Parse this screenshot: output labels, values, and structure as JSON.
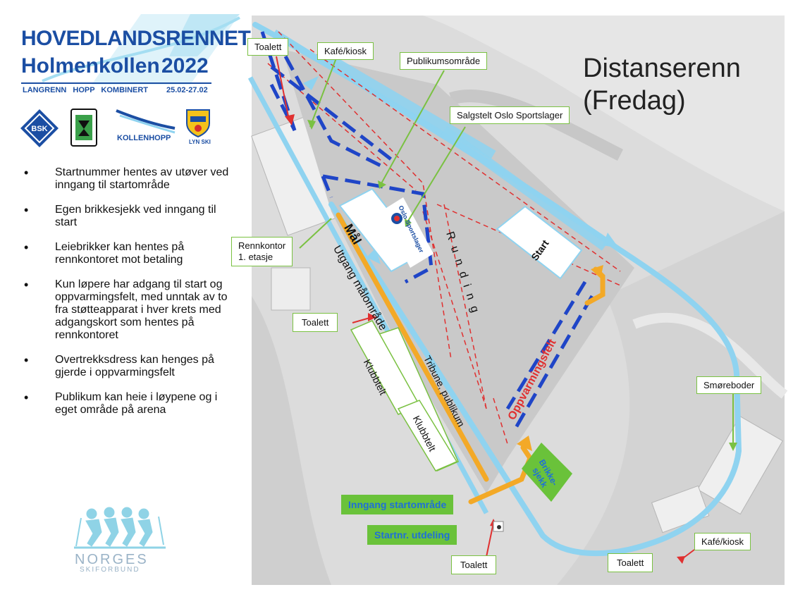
{
  "header": {
    "line1": "HOVEDLANDSRENNET",
    "line2": "Holmenkollen",
    "year": "2022",
    "disciplines": "LANGRENN HOPP KOMBINERT",
    "dates": "25.02-27.02",
    "logo_kollenhopp": "KOLLENHOPP",
    "logo_lyn": "LYN SKI"
  },
  "bullets": [
    "Startnummer hentes av utøver ved inngang til startområde",
    "Egen brikkesjekk ved inngang til start",
    "Leiebrikker kan hentes på rennkontoret mot betaling",
    "Kun løpere har adgang til start og oppvarmingsfelt, med unntak av to fra støtteapparat i hver krets med adgangskort som hentes på rennkontoret",
    "Overtrekksdress kan henges på gjerde i oppvarmingsfelt",
    "Publikum kan heie i løypene og i eget område på arena"
  ],
  "map": {
    "title_line1": "Distanserenn",
    "title_line2": "(Fredag)",
    "callouts": {
      "toalett_top": "Toalett",
      "kafe_top": "Kafé/kiosk",
      "publikum": "Publikumsområde",
      "salgstelt": "Salgstelt Oslo Sportslager",
      "rennkontor_1": "Rennkontor",
      "rennkontor_2": "1. etasje",
      "toalett_mid": "Toalett",
      "smoreboder": "Smøreboder",
      "kafe_bottom": "Kafé/kiosk",
      "toalett_bottom_right": "Toalett",
      "toalett_bottom": "Toalett"
    },
    "green_labels": {
      "inngang": "Inngang startområde",
      "startnr": "Startnr. utdeling",
      "brikke": "Brikke-\nsjekk"
    },
    "area_labels": {
      "maal": "Mål",
      "oslo_sportslager": "Oslo Sportslager",
      "runding": "Runding",
      "start": "Start",
      "utgang": "Utgang målområde",
      "tribune": "Tribune, publikum",
      "klubbtelt_1": "Klubbtelt",
      "klubbtelt_2": "Klubbtelt",
      "oppvarmingsfelt": "Oppvarmingsfelt"
    }
  },
  "footer": {
    "norges": "NORGES",
    "skiforbund": "SKIFORBUND"
  },
  "colors": {
    "brand_blue": "#1b4ea3",
    "track_blue": "#8fd3f0",
    "route_orange": "#f3a927",
    "dash_blue": "#1f45c7",
    "dash_red": "#e03030",
    "callout_border": "#7ac142",
    "green_box": "#6ac23a"
  }
}
